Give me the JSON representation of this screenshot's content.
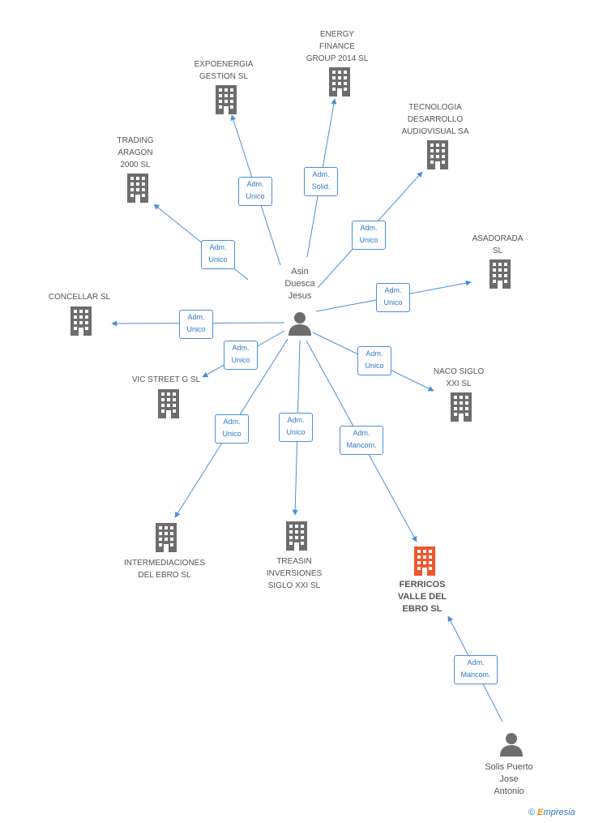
{
  "colors": {
    "edge": "#4a8fd8",
    "building": "#6d6d6d",
    "building_highlight": "#f0562c",
    "person": "#6d6d6d"
  },
  "nodes": [
    {
      "id": "center",
      "type": "person",
      "label": "Asin\nDuesca\nJesus"
    },
    {
      "id": "expoenergia",
      "type": "company",
      "label": "EXPOENERGIA\nGESTION  SL"
    },
    {
      "id": "energy",
      "type": "company",
      "label": "ENERGY\nFINANCE\nGROUP 2014  SL"
    },
    {
      "id": "tecnologia",
      "type": "company",
      "label": "TECNOLOGIA\nDESARROLLO\nAUDIOVISUAL SA"
    },
    {
      "id": "trading",
      "type": "company",
      "label": "TRADING\nARAGON\n2000  SL"
    },
    {
      "id": "asadorada",
      "type": "company",
      "label": "ASADORADA\nSL"
    },
    {
      "id": "concellar",
      "type": "company",
      "label": "CONCELLAR SL"
    },
    {
      "id": "vicstreet",
      "type": "company",
      "label": "VIC STREET G SL"
    },
    {
      "id": "naco",
      "type": "company",
      "label": "NACO SIGLO\nXXI  SL"
    },
    {
      "id": "intermediaciones",
      "type": "company",
      "label": "INTERMEDIACIONES\nDEL EBRO SL"
    },
    {
      "id": "treasin",
      "type": "company",
      "label": "TREASIN\nINVERSIONES\nSIGLO XXI  SL"
    },
    {
      "id": "ferricos",
      "type": "company",
      "label": "FERRICOS\nVALLE DEL\nEBRO SL",
      "highlight": true
    },
    {
      "id": "solis",
      "type": "person",
      "label": "Solis Puerto\nJose\nAntonio"
    }
  ],
  "edges": [
    {
      "from": "center",
      "to": "expoenergia",
      "label": "Adm.\nUnico"
    },
    {
      "from": "center",
      "to": "energy",
      "label": "Adm.\nSolid."
    },
    {
      "from": "center",
      "to": "tecnologia",
      "label": "Adm.\nUnico"
    },
    {
      "from": "center",
      "to": "trading",
      "label": "Adm.\nUnico"
    },
    {
      "from": "center",
      "to": "asadorada",
      "label": "Adm.\nUnico"
    },
    {
      "from": "center",
      "to": "concellar",
      "label": "Adm.\nUnico"
    },
    {
      "from": "center",
      "to": "vicstreet",
      "label": "Adm.\nUnico"
    },
    {
      "from": "center",
      "to": "naco",
      "label": "Adm.\nUnico"
    },
    {
      "from": "center",
      "to": "intermediaciones",
      "label": "Adm.\nUnico"
    },
    {
      "from": "center",
      "to": "treasin",
      "label": "Adm.\nUnico"
    },
    {
      "from": "center",
      "to": "ferricos",
      "label": "Adm.\nMancom."
    },
    {
      "from": "solis",
      "to": "ferricos",
      "label": "Adm.\nMancom."
    }
  ],
  "footer": {
    "copyright": "©",
    "brand_e": "E",
    "brand_rest": "mpresia"
  }
}
